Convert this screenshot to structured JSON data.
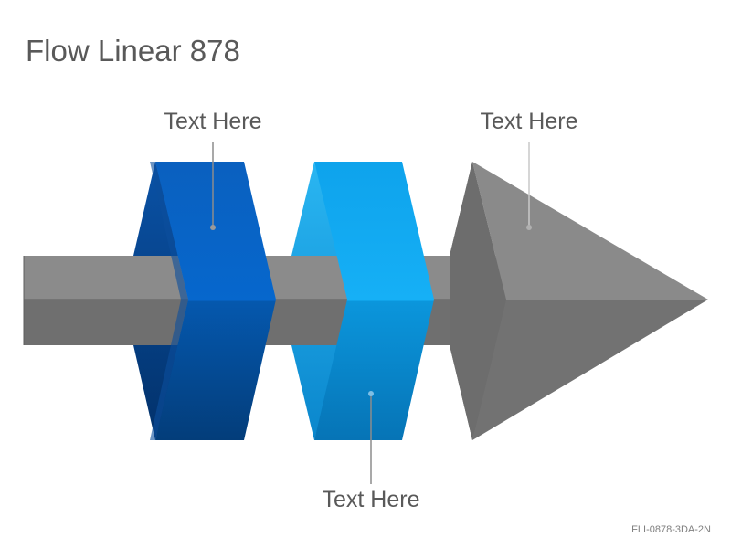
{
  "title": "Flow Linear 878",
  "labels": {
    "top_left": "Text Here",
    "top_right": "Text Here",
    "bottom_center": "Text Here"
  },
  "footer_code": "FLI-0878-3DA-2N",
  "colors": {
    "band_dark_blue": "#0565c7",
    "band_light_blue": "#12a7ef",
    "arrow_gray": "#7a7a7a",
    "text_gray": "#595959"
  }
}
